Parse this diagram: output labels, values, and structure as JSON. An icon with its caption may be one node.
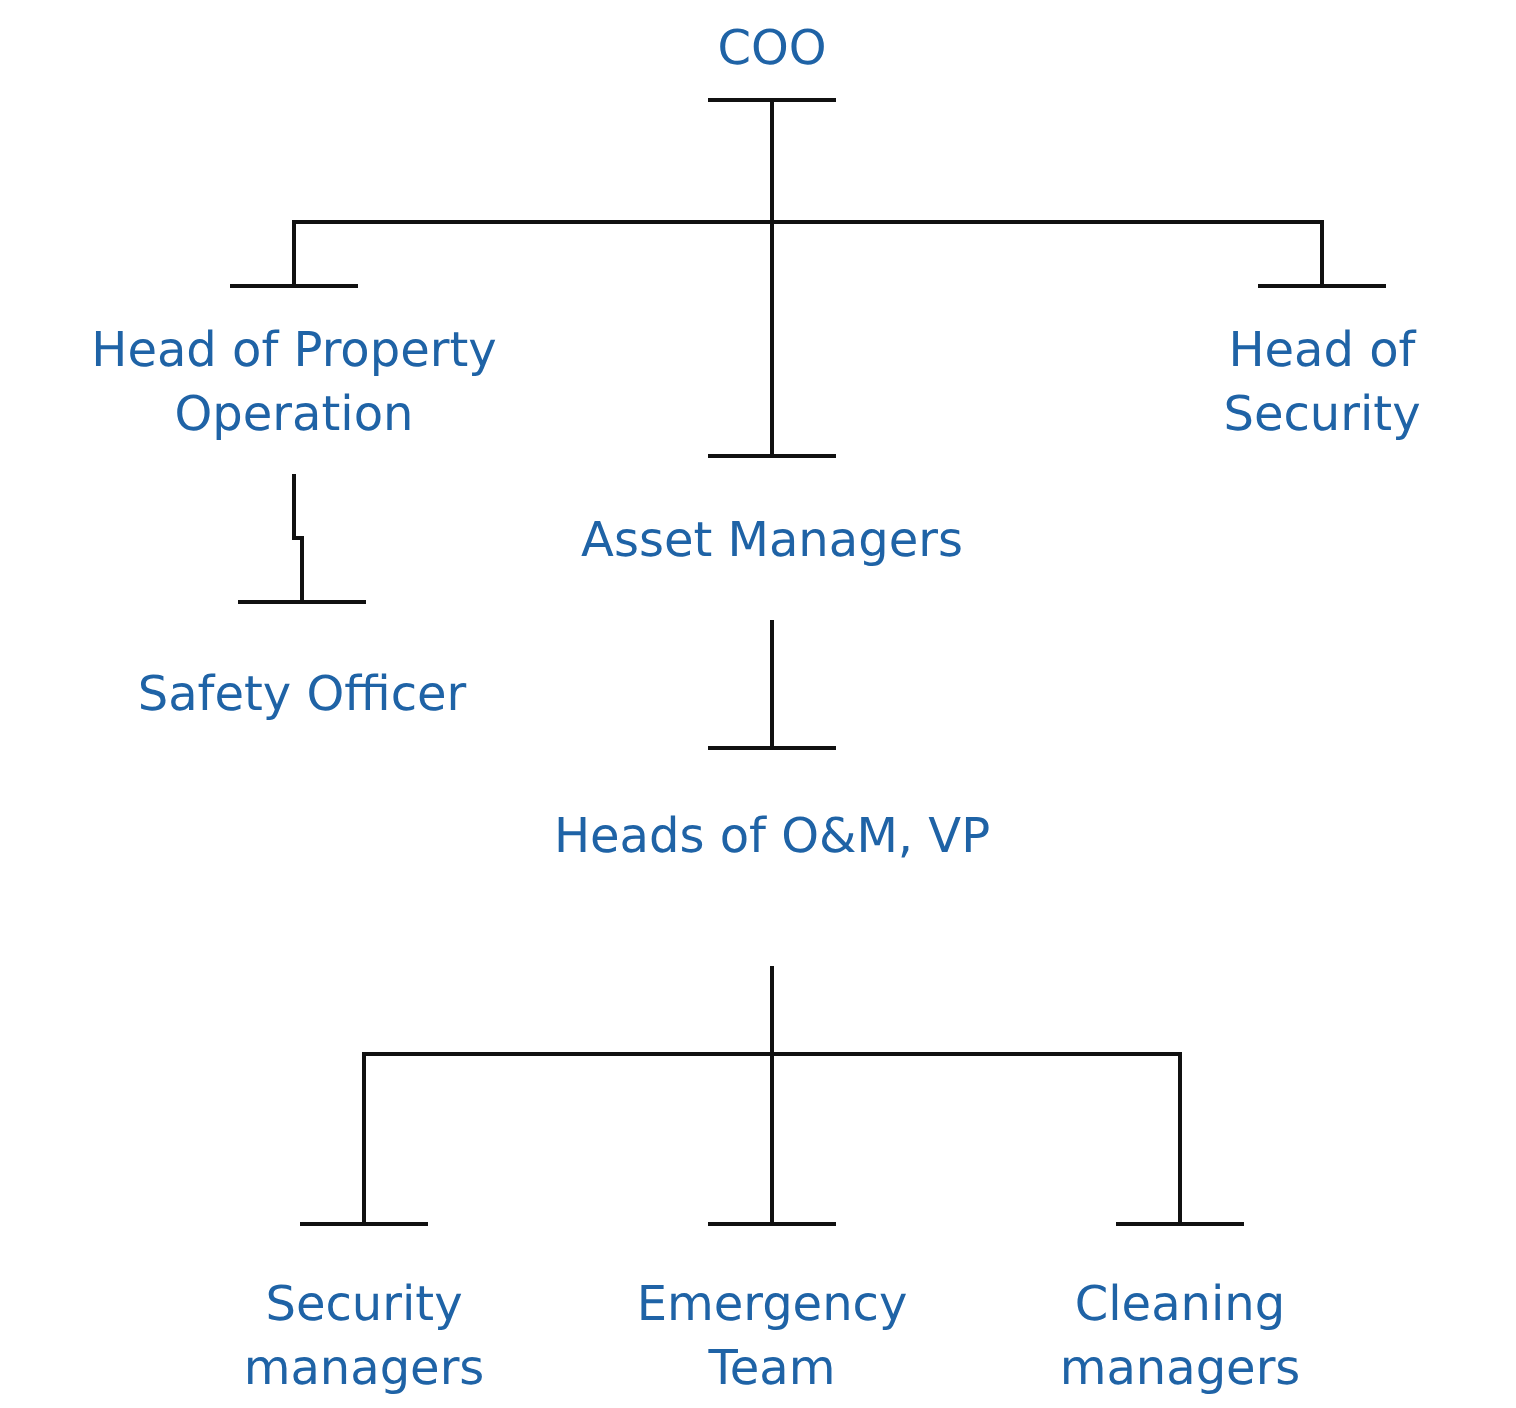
{
  "diagram": {
    "nodes": [
      {
        "text": [
          "COO"
        ]
      },
      {
        "text": [
          "Head of Property Operation"
        ]
      },
      {
        "text": [
          "Asset Managers"
        ]
      },
      {
        "text": [
          "Head of Security"
        ]
      },
      {
        "text": [
          "Safety Officer"
        ]
      },
      {
        "text": [
          "Heads of O&M, VP"
        ]
      },
      {
        "text": [
          "Security managers"
        ]
      },
      {
        "text": [
          "Emergency Team"
        ]
      },
      {
        "text": [
          "Cleaning managers"
        ]
      }
    ],
    "edges": [
      {
        "from": 0,
        "to": 1,
        "arrow": "other"
      },
      {
        "from": 0,
        "to": 2,
        "arrow": "other"
      },
      {
        "from": 0,
        "to": 3,
        "arrow": "other"
      },
      {
        "from": 1,
        "to": 4,
        "arrow": "other"
      },
      {
        "from": 2,
        "to": 5,
        "arrow": "other"
      },
      {
        "from": 5,
        "to": 6,
        "arrow": "other"
      },
      {
        "from": 5,
        "to": 7,
        "arrow": "other"
      },
      {
        "from": 5,
        "to": 8,
        "arrow": "other"
      }
    ]
  }
}
